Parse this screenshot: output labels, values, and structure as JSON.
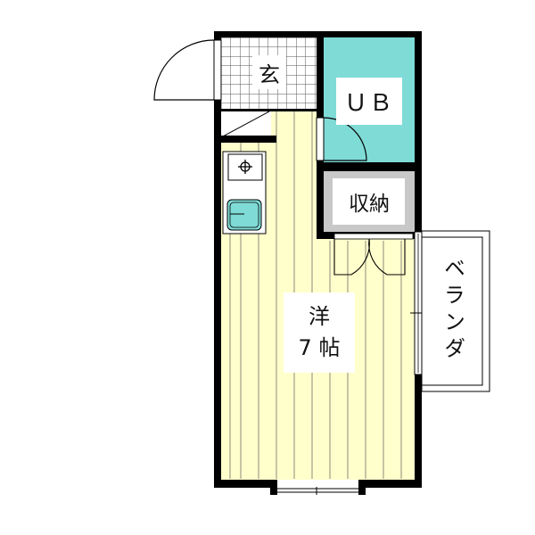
{
  "floorplan": {
    "rooms": {
      "entrance": {
        "label": "玄",
        "floor": "tile-grid",
        "color": "#ffffff"
      },
      "unit_bath": {
        "label": "ＵＢ",
        "color": "#7fdbd6"
      },
      "storage": {
        "label": "収納",
        "color": "#ffffff",
        "border_color": "#c8c8c8"
      },
      "western_room": {
        "label_line1": "洋",
        "label_line2": "7 帖",
        "floor": "flooring-stripes",
        "color": "#ffffcc",
        "stripe_color": "#999988"
      },
      "balcony": {
        "label": "ベランダ",
        "color": "#ffffff"
      }
    },
    "kitchen": {
      "stove": {
        "icon": "gas-burner-icon"
      },
      "sink": {
        "icon": "sink-icon",
        "color": "#7fdbd6"
      }
    },
    "colors": {
      "wall": "#000000",
      "bath": "#7fdbd6",
      "floor": "#ffffcc",
      "grid": "#555555"
    }
  }
}
